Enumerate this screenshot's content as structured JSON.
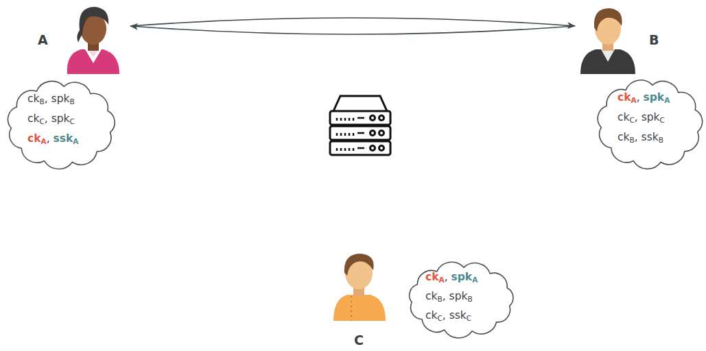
{
  "diagram": {
    "nodes": [
      {
        "text": [
          "A"
        ]
      },
      {
        "text": [
          "ckB, spkB",
          "ckC, spkC",
          "ckA, sskA"
        ]
      },
      {
        "text": [
          "B"
        ]
      },
      {
        "text": [
          "ckA, spkA",
          "ckC, spkC",
          "ckB, sskB"
        ]
      },
      {
        "text": [
          "C"
        ]
      },
      {
        "text": [
          "ckA, spkA",
          "ckB, spkB",
          "ckC, sskC"
        ]
      }
    ],
    "edges": [
      {
        "from": 0,
        "to": 2,
        "arrow": "to"
      },
      {
        "from": 2,
        "to": 0,
        "arrow": "to"
      }
    ]
  }
}
